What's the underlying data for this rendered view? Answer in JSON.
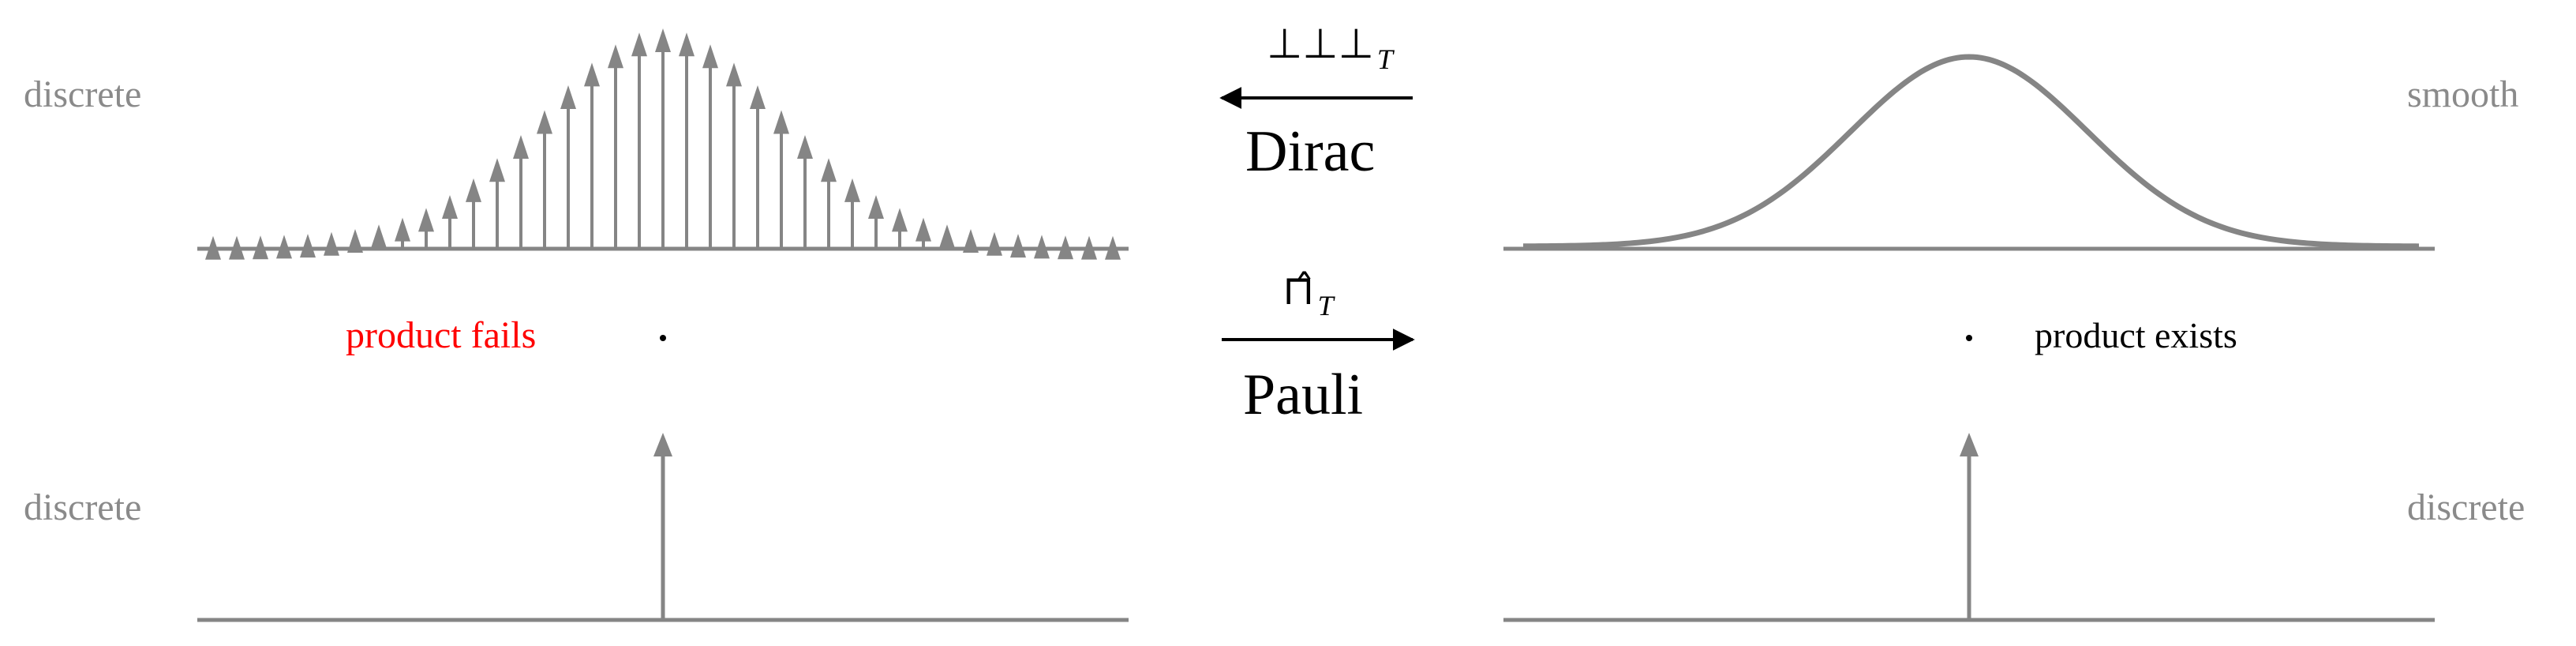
{
  "labels": {
    "top_left": "discrete",
    "top_right": "smooth",
    "bottom_left": "discrete",
    "bottom_right": "discrete",
    "product_fails": "product fails",
    "product_exists": "product exists"
  },
  "arrows": {
    "dirac": {
      "name": "Dirac",
      "symbol": "⊥⊥⊥",
      "subscript": "T",
      "direction": "left"
    },
    "pauli": {
      "name": "Pauli",
      "symbol": "⊓̂",
      "subscript": "T",
      "direction": "right"
    }
  },
  "colors": {
    "plot": "#858585",
    "label_gray": "#8a8a8a",
    "fail": "#ff0000",
    "text": "#000000"
  },
  "comb": {
    "count": 39,
    "envelope": "gaussian"
  }
}
